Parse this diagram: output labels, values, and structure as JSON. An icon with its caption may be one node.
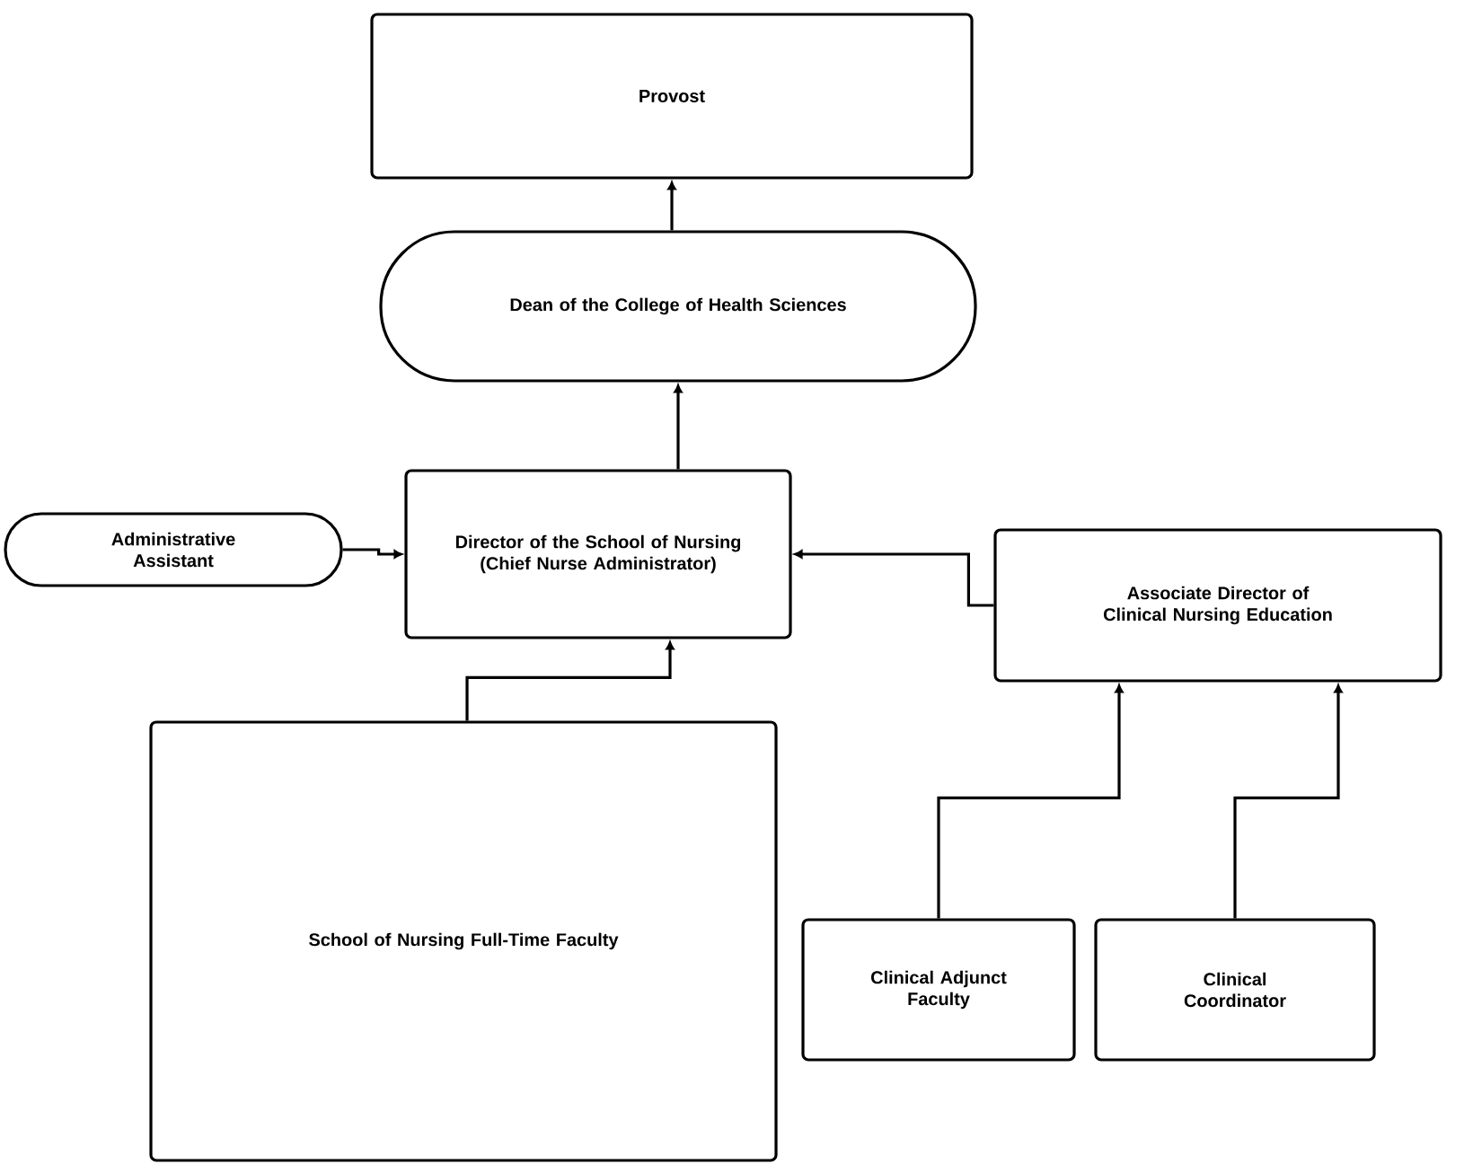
{
  "diagram": {
    "nodes": [
      {
        "text": [
          "Provost"
        ]
      },
      {
        "text": [
          "Dean of the College of Health Sciences"
        ]
      },
      {
        "text": [
          "Director of the School of Nursing (Chief Nurse Administrator)"
        ]
      },
      {
        "text": [
          "Administrative Assistant"
        ]
      },
      {
        "text": [
          "Associate Director of Clinical Nursing Education"
        ]
      },
      {
        "text": [
          "School of Nursing Full-Time Faculty"
        ]
      },
      {
        "text": [
          "Clinical Adjunct Faculty"
        ]
      },
      {
        "text": [
          "Clinical Coordinator"
        ]
      }
    ],
    "edges": [
      {
        "from": 1,
        "to": 0,
        "arrow": "to"
      },
      {
        "from": 2,
        "to": 1,
        "arrow": "to"
      },
      {
        "from": 3,
        "to": 2,
        "arrow": "to"
      },
      {
        "from": 4,
        "to": 2,
        "arrow": "to"
      },
      {
        "from": 5,
        "to": 2,
        "arrow": "to"
      },
      {
        "from": 6,
        "to": 4,
        "arrow": "to"
      },
      {
        "from": 7,
        "to": 4,
        "arrow": "to"
      }
    ]
  }
}
